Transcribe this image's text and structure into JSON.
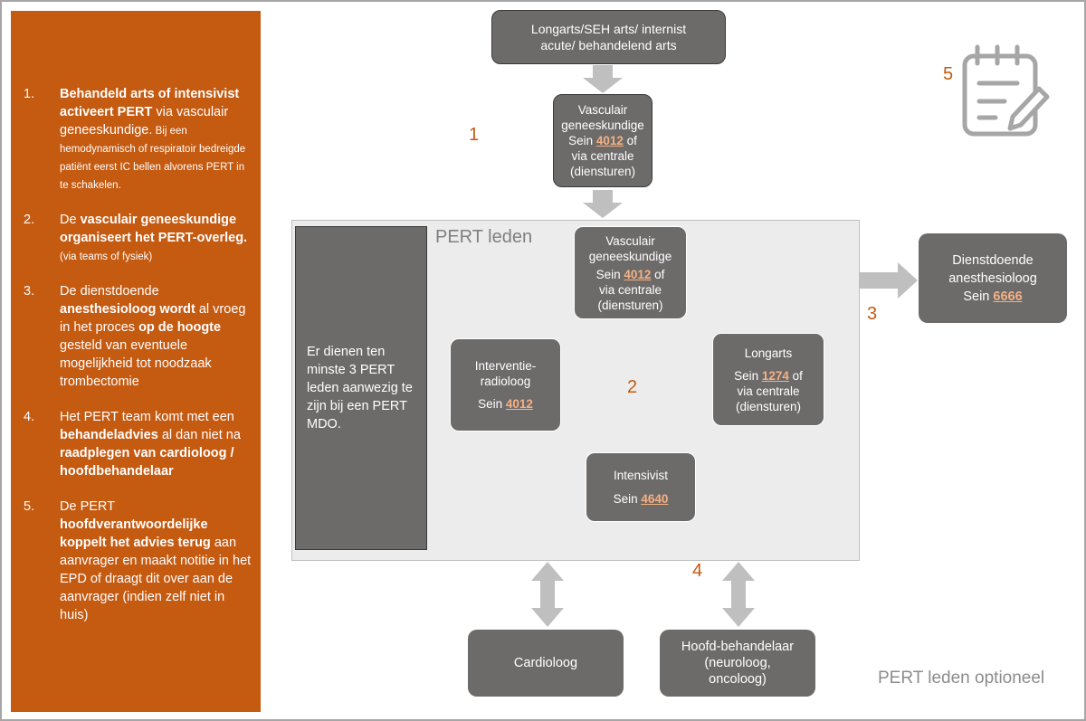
{
  "steps": [
    {
      "num": "1.",
      "bold1": "Behandeld arts of intensivist activeert PERT",
      "text1": " via vasculair geneeskundige.",
      "small": " Bij een hemodynamisch of respiratoir bedreigde patiënt eerst IC bellen alvorens PERT in te schakelen."
    },
    {
      "num": "2.",
      "text1": "De ",
      "bold1": "vasculair geneeskundige organiseert het PERT-overleg.",
      "small": "(via teams of fysiek)"
    },
    {
      "num": "3.",
      "text1": "De dienstdoende ",
      "bold1": "anesthesioloog wordt",
      "text2": " al vroeg in het proces ",
      "bold2": "op de hoogte",
      "text3": " gesteld van eventuele mogelijkheid tot noodzaak trombectomie"
    },
    {
      "num": "4.",
      "text1": "Het PERT team komt met een ",
      "bold1": "behandeladvies",
      "text2": " al dan niet na ",
      "bold2": "raadplegen van cardioloog / hoofdbehandelaar"
    },
    {
      "num": "5.",
      "text1": "De PERT ",
      "bold1": "hoofdverantwoordelijke koppelt het advies terug",
      "text2": " aan aanvrager en maakt notitie in het EPD of draagt dit over aan de aanvrager (indien zelf niet in huis)"
    }
  ],
  "top_box": {
    "line1": "Longarts/SEH arts/ internist",
    "line2": "acute/ behandelend arts"
  },
  "vasc_top": {
    "line1": "Vasculair",
    "line2": "geneeskundige",
    "sein": "Sein ",
    "num": "4012",
    "of": " of",
    "line4": "via centrale",
    "line5": "(diensturen)"
  },
  "pert": {
    "title": "PERT leden",
    "side_text": "Er dienen ten minste 3 PERT leden aanwezig te zijn bij een PERT MDO.",
    "vasc": {
      "line1": "Vasculair",
      "line2": "geneeskundige",
      "sein": "Sein ",
      "num": "4012",
      "of": " of",
      "line4": "via centrale",
      "line5": "(diensturen)"
    },
    "longarts": {
      "title": "Longarts",
      "sein": "Sein ",
      "num": "1274",
      "of": " of",
      "line3": "via centrale",
      "line4": "(diensturen)"
    },
    "intensivist": {
      "title": "Intensivist",
      "sein": "Sein ",
      "num": "4640"
    },
    "ir": {
      "line1": "Interventie-",
      "line2": "radioloog",
      "sein": "Sein ",
      "num": "4012"
    }
  },
  "anesth": {
    "line1": "Dienstdoende",
    "line2": "anesthesioloog",
    "sein": "Sein ",
    "num": "6666"
  },
  "cardioloog": "Cardioloog",
  "hoofd": {
    "line1": "Hoofd-behandelaar",
    "line2": "(neuroloog,",
    "line3": "oncoloog)"
  },
  "labels": {
    "n1": "1",
    "n2": "2",
    "n3": "3",
    "n4": "4",
    "n5": "5"
  },
  "optioneel": "PERT leden optioneel",
  "icons": [
    "notepad-pencil-icon",
    "meeting-people-icon",
    "teams-icon"
  ],
  "colors": {
    "orange": "#c55a11",
    "box": "#6d6a6a",
    "link": "#f4b183",
    "arrow": "#bfbfbf"
  }
}
